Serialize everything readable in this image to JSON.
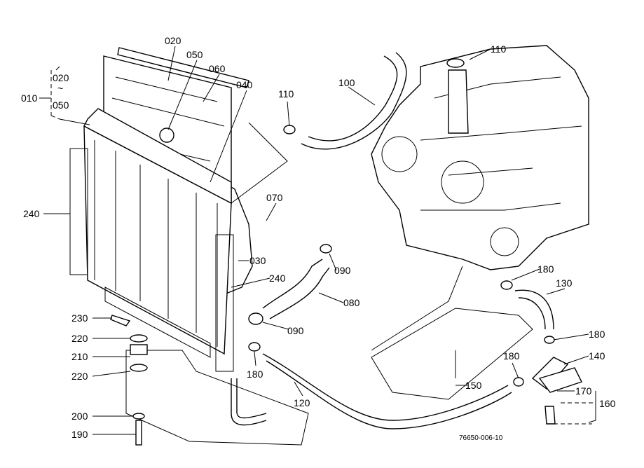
{
  "diagram_code": "76650-006-10",
  "callouts": {
    "c020_top": "020",
    "c050_top": "050",
    "c060": "060",
    "c040": "040",
    "c010": "010",
    "c010_range_start": "020",
    "c010_range_sep": "~",
    "c010_range_end": "050",
    "c110_left": "110",
    "c100": "100",
    "c110_right": "110",
    "c240_left": "240",
    "c070": "070",
    "c030": "030",
    "c240_right": "240",
    "c090_upper": "090",
    "c080": "080",
    "c090_lower": "090",
    "c230": "230",
    "c220_upper": "220",
    "c210": "210",
    "c220_lower": "220",
    "c180_left": "180",
    "c120": "120",
    "c200": "200",
    "c190": "190",
    "c180_top_right": "180",
    "c130": "130",
    "c180_right": "180",
    "c140": "140",
    "c180_mid": "180",
    "c150": "150",
    "c170": "170",
    "c160": "160"
  }
}
